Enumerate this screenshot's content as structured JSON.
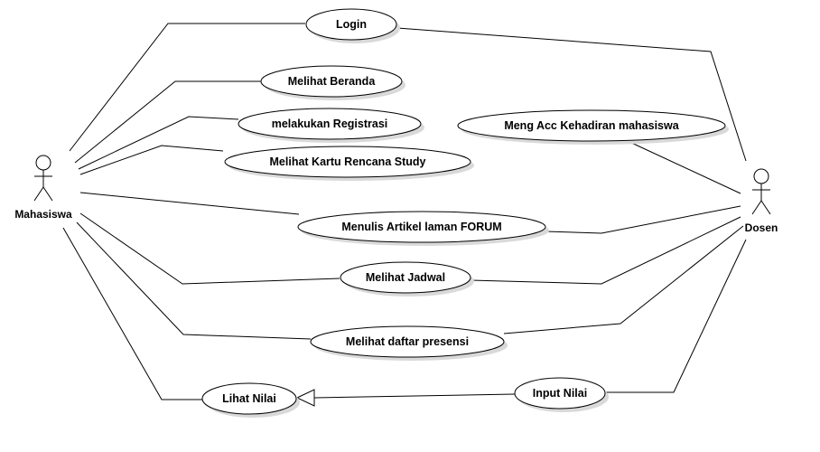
{
  "actors": {
    "mahasiswa": "Mahasiswa",
    "dosen": "Dosen"
  },
  "use_cases": {
    "login": "Login",
    "melihat_beranda": "Melihat Beranda",
    "melakukan_registrasi": "melakukan Registrasi",
    "melihat_krs": "Melihat  Kartu Rencana Study",
    "meng_acc": "Meng Acc Kehadiran mahasiswa",
    "menulis_artikel": "Menulis Artikel laman FORUM",
    "melihat_jadwal": "Melihat Jadwal",
    "melihat_presensi": "Melihat daftar presensi",
    "lihat_nilai": "Lihat Nilai",
    "input_nilai": "Input Nilai"
  }
}
